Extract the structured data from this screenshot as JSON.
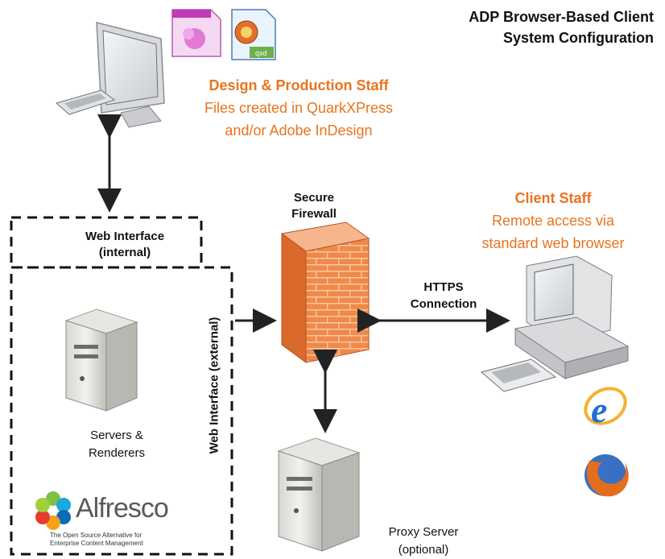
{
  "title": {
    "line1": "ADP Browser-Based Client",
    "line2": "System Configuration"
  },
  "design": {
    "heading": "Design & Production Staff",
    "line1": "Files created in QuarkXPress",
    "line2": "and/or Adobe InDesign"
  },
  "client": {
    "heading": "Client Staff",
    "line1": "Remote access via",
    "line2": "standard web browser"
  },
  "firewall": {
    "line1": "Secure",
    "line2": "Firewall"
  },
  "https": {
    "line1": "HTTPS",
    "line2": "Connection"
  },
  "web_internal": {
    "line1": "Web Interface",
    "line2": "(internal)"
  },
  "web_external": "Web Interface (external)",
  "servers": {
    "line1": "Servers &",
    "line2": "Renderers"
  },
  "proxy": {
    "line1": "Proxy Server",
    "line2": "(optional)"
  },
  "alfresco": {
    "name": "Alfresco",
    "tagline1": "The Open Source Alternative for",
    "tagline2": "Enterprise Content Management"
  },
  "icons": {
    "indesign_file": "indesign-file-icon",
    "quark_file": "quarkxpress-file-icon",
    "internet_explorer": "internet-explorer-icon",
    "firefox": "firefox-icon"
  },
  "colors": {
    "accent": "#e8741e",
    "firewall": "#e87e3c",
    "text": "#111111"
  }
}
